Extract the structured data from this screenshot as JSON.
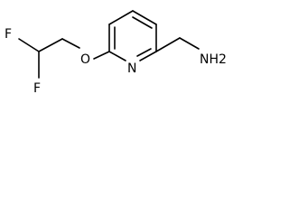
{
  "molecule": {
    "atoms": {
      "f_top": "F",
      "f_bottom": "F",
      "o_ether": "O",
      "n_ring": "N",
      "amine": "NH2"
    }
  },
  "colors": {
    "bond": "#000000",
    "label": "#000000",
    "background": "#ffffff"
  }
}
